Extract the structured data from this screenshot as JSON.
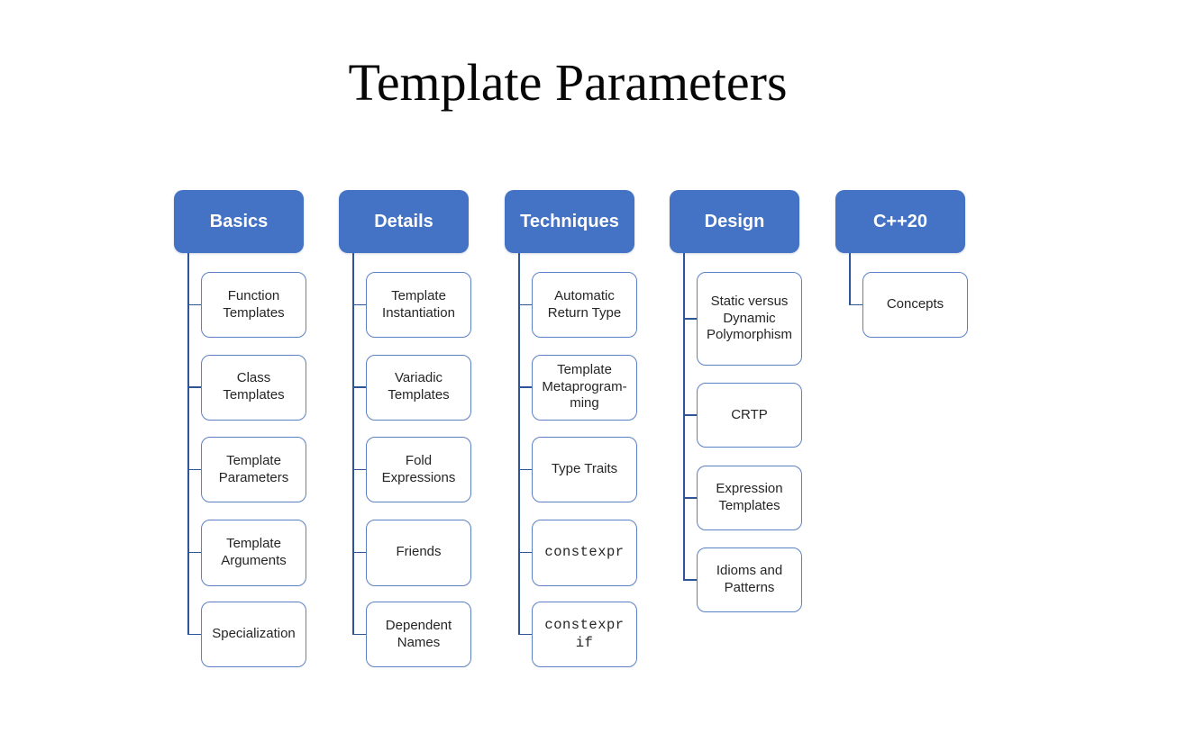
{
  "title": "Template Parameters",
  "colors": {
    "header_fill": "#4472C4",
    "header_text": "#FFFFFF",
    "node_border": "#5B80C5",
    "node_text": "#262626",
    "connector": "#2F5597",
    "background": "#FFFFFF"
  },
  "columns": [
    {
      "label": "Basics",
      "children": [
        {
          "label": "Function Templates"
        },
        {
          "label": "Class Templates"
        },
        {
          "label": "Template Parameters"
        },
        {
          "label": "Template Arguments"
        },
        {
          "label": "Specialization"
        }
      ]
    },
    {
      "label": "Details",
      "children": [
        {
          "label": "Template Instantiation"
        },
        {
          "label": "Variadic Templates"
        },
        {
          "label": "Fold Expressions"
        },
        {
          "label": "Friends"
        },
        {
          "label": "Dependent Names"
        }
      ]
    },
    {
      "label": "Techniques",
      "children": [
        {
          "label": "Automatic Return Type"
        },
        {
          "label": "Template Metaprogram-\nming"
        },
        {
          "label": "Type Traits"
        },
        {
          "label": "constexpr",
          "code": true
        },
        {
          "label": "constexpr if",
          "code": true
        }
      ]
    },
    {
      "label": "Design",
      "children": [
        {
          "label": "Static versus Dynamic Polymorphism"
        },
        {
          "label": "CRTP"
        },
        {
          "label": "Expression Templates"
        },
        {
          "label": "Idioms and Patterns"
        }
      ]
    },
    {
      "label": "C++20",
      "children": [
        {
          "label": "Concepts"
        }
      ]
    }
  ]
}
